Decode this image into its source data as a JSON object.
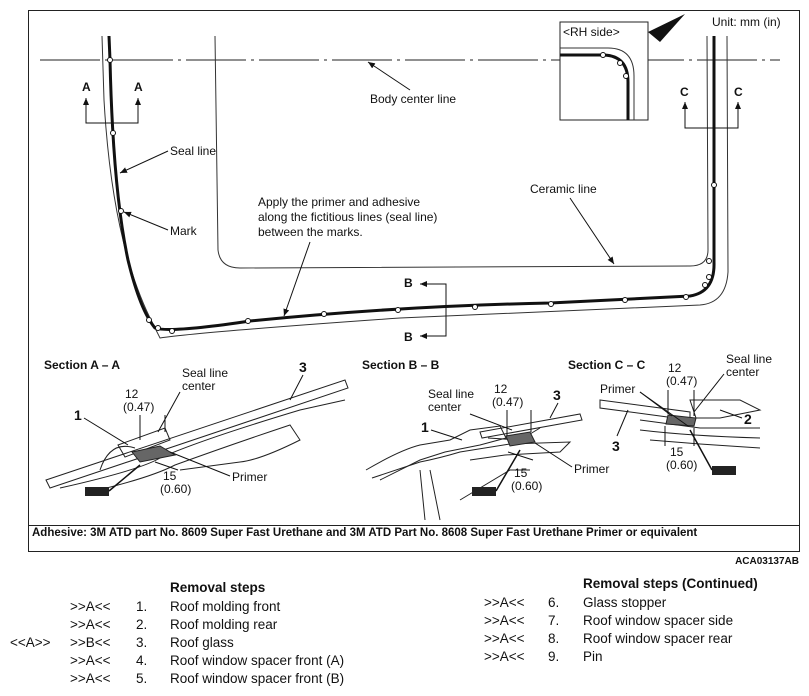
{
  "diagram": {
    "unit_label": "Unit: mm (in)",
    "rh_side_label": "<RH side>",
    "body_center_line": "Body center line",
    "seal_line": "Seal line",
    "mark": "Mark",
    "ceramic_line": "Ceramic line",
    "apply_note": [
      "Apply the primer and adhesive",
      "along the fictitious lines (seal line)",
      "between the marks."
    ],
    "letter_a": "A",
    "letter_b": "B",
    "letter_c": "C",
    "section_a_title": "Section A – A",
    "section_b_title": "Section B – B",
    "section_c_title": "Section C – C",
    "seal_line_center": [
      "Seal line",
      "center"
    ],
    "primer": "Primer",
    "dim_12": "12",
    "dim_12_in": "(0.47)",
    "dim_15": "15",
    "dim_15_in": "(0.60)",
    "num_1": "1",
    "num_2": "2",
    "num_3": "3",
    "adhesive_note": "Adhesive: 3M ATD part No. 8609 Super Fast Urethane and 3M ATD Part No. 8608 Super Fast Urethane Primer or equivalent",
    "figure_id": "ACA03137AB"
  },
  "removal": {
    "title": "Removal steps",
    "title_continued": "Removal steps (Continued)",
    "steps": [
      {
        "pre": "",
        "ref": ">>A<<",
        "num": "1.",
        "label": "Roof molding front"
      },
      {
        "pre": "",
        "ref": ">>A<<",
        "num": "2.",
        "label": "Roof molding rear"
      },
      {
        "pre": "<<A>>",
        "ref": ">>B<<",
        "num": "3.",
        "label": "Roof glass"
      },
      {
        "pre": "",
        "ref": ">>A<<",
        "num": "4.",
        "label": "Roof window spacer front (A)"
      },
      {
        "pre": "",
        "ref": ">>A<<",
        "num": "5.",
        "label": "Roof window spacer front (B)"
      }
    ],
    "steps_continued": [
      {
        "ref": ">>A<<",
        "num": "6.",
        "label": "Glass stopper"
      },
      {
        "ref": ">>A<<",
        "num": "7.",
        "label": "Roof window spacer side"
      },
      {
        "ref": ">>A<<",
        "num": "8.",
        "label": "Roof window spacer rear"
      },
      {
        "ref": ">>A<<",
        "num": "9.",
        "label": "Pin"
      }
    ]
  }
}
